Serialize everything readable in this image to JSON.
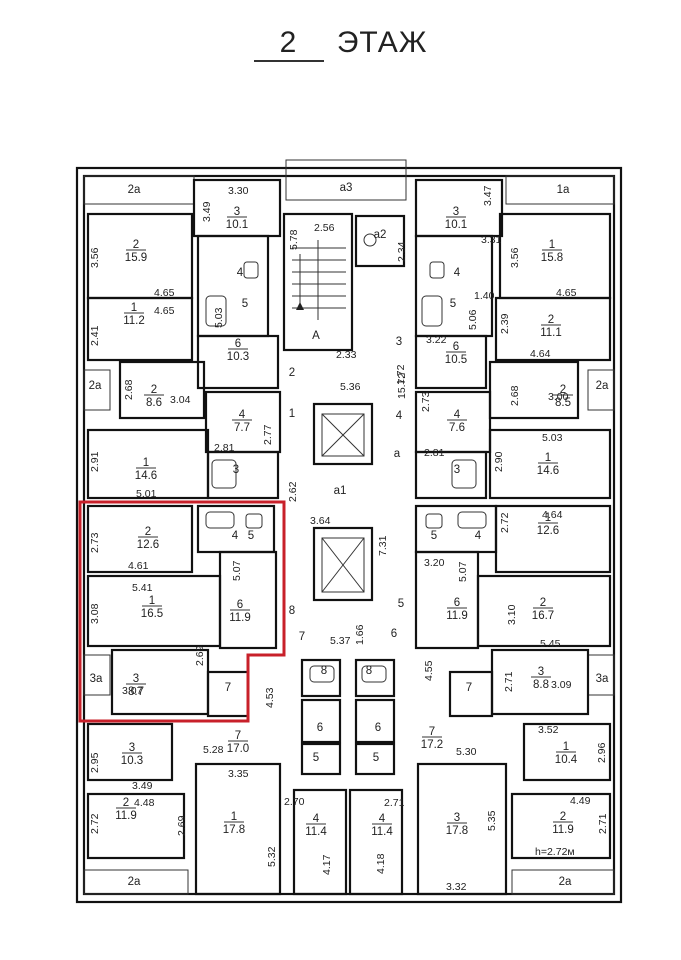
{
  "floor_title": {
    "number": "2",
    "word": "ЭТАЖ"
  },
  "height_note": "h=2.72м",
  "stair_label": "A",
  "corridor_labels": [
    "a",
    "a1",
    "a2",
    "a3"
  ],
  "rooms": [
    {
      "n": "2a",
      "a": ""
    },
    {
      "n": "3",
      "a": "10.1"
    },
    {
      "n": "2",
      "a": "15.9"
    },
    {
      "n": "4",
      "a": ""
    },
    {
      "n": "5",
      "a": ""
    },
    {
      "n": "1",
      "a": "11.2"
    },
    {
      "n": "6",
      "a": "10.3"
    },
    {
      "n": "2a",
      "a": ""
    },
    {
      "n": "2",
      "a": "8.6"
    },
    {
      "n": "4",
      "a": "7.7"
    },
    {
      "n": "1",
      "a": "14.6"
    },
    {
      "n": "3",
      "a": ""
    },
    {
      "n": "2",
      "a": "12.6"
    },
    {
      "n": "4",
      "a": ""
    },
    {
      "n": "5",
      "a": ""
    },
    {
      "n": "1",
      "a": "16.5"
    },
    {
      "n": "6",
      "a": "11.9"
    },
    {
      "n": "3a",
      "a": ""
    },
    {
      "n": "3",
      "a": "8.7"
    },
    {
      "n": "7",
      "a": ""
    },
    {
      "n": "3",
      "a": "10.3"
    },
    {
      "n": "7",
      "a": "17.0"
    },
    {
      "n": "2",
      "a": "11.9"
    },
    {
      "n": "1",
      "a": "17.8"
    },
    {
      "n": "2a",
      "a": ""
    },
    {
      "n": "8",
      "a": ""
    },
    {
      "n": "6",
      "a": ""
    },
    {
      "n": "5",
      "a": ""
    },
    {
      "n": "4",
      "a": "11.4"
    },
    {
      "n": "8",
      "a": ""
    },
    {
      "n": "6",
      "a": ""
    },
    {
      "n": "5",
      "a": ""
    },
    {
      "n": "4",
      "a": "11.4"
    },
    {
      "n": "1a",
      "a": ""
    },
    {
      "n": "3",
      "a": "10.1"
    },
    {
      "n": "1",
      "a": "15.8"
    },
    {
      "n": "4",
      "a": ""
    },
    {
      "n": "5",
      "a": ""
    },
    {
      "n": "2",
      "a": "11.1"
    },
    {
      "n": "6",
      "a": "10.5"
    },
    {
      "n": "2a",
      "a": ""
    },
    {
      "n": "2",
      "a": "8.5"
    },
    {
      "n": "4",
      "a": "7.6"
    },
    {
      "n": "1",
      "a": "14.6"
    },
    {
      "n": "3",
      "a": ""
    },
    {
      "n": "1",
      "a": "12.6"
    },
    {
      "n": "4",
      "a": ""
    },
    {
      "n": "5",
      "a": ""
    },
    {
      "n": "6",
      "a": "11.9"
    },
    {
      "n": "2",
      "a": "16.7"
    },
    {
      "n": "3a",
      "a": ""
    },
    {
      "n": "3",
      "a": "8.8"
    },
    {
      "n": "7",
      "a": ""
    },
    {
      "n": "7",
      "a": "17.2"
    },
    {
      "n": "1",
      "a": "10.4"
    },
    {
      "n": "3",
      "a": "17.8"
    },
    {
      "n": "2",
      "a": "11.9"
    },
    {
      "n": "2a",
      "a": ""
    }
  ],
  "dimensions": [
    "3.30",
    "3.49",
    "5.78",
    "2.56",
    "2.34",
    "3.56",
    "4.65",
    "4.65",
    "2.41",
    "5.03",
    "2.33",
    "1.72",
    "5.36",
    "2.68",
    "3.04",
    "2.81",
    "2.77",
    "2.91",
    "5.01",
    "2.62",
    "3.64",
    "2.73",
    "4.61",
    "5.41",
    "5.07",
    "3.08",
    "7.31",
    "5.37",
    "1.66",
    "2.69",
    "3.07",
    "4.53",
    "2.95",
    "5.28",
    "3.49",
    "3.35",
    "4.48",
    "2.72",
    "2.69",
    "2.70",
    "2.71",
    "5.32",
    "4.17",
    "4.18",
    "3.47",
    "3.31",
    "3.56",
    "1.40",
    "5.06",
    "2.39",
    "4.64",
    "3.22",
    "4.65",
    "15.72",
    "2.73",
    "3.00",
    "2.68",
    "5.03",
    "2.81",
    "2.90",
    "4.64",
    "2.72",
    "3.20",
    "5.07",
    "3.10",
    "5.45",
    "4.55",
    "2.71",
    "3.09",
    "3.52",
    "2.96",
    "5.30",
    "4.49",
    "5.35",
    "2.71",
    "3.32"
  ],
  "dim_numbers": [
    "1",
    "2",
    "3",
    "4",
    "5",
    "6",
    "7",
    "8"
  ]
}
